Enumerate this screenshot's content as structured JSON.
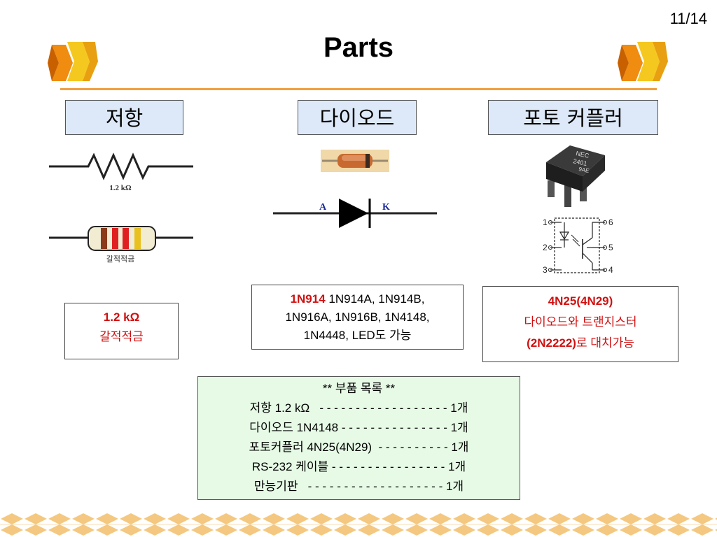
{
  "page_number": "11/14",
  "title": "Parts",
  "labels": {
    "resistor": "저항",
    "diode": "다이오드",
    "photocoupler": "포토 커플러"
  },
  "resistor_diagram": {
    "value_label": "1.2 kΩ",
    "color_label": "갈적적금"
  },
  "resistor_box": {
    "value": "1.2 kΩ",
    "colors": "갈적적금"
  },
  "diode_diagram": {
    "anode": "A",
    "cathode": "K"
  },
  "diode_box": {
    "highlight": "1N914",
    "line1_rest": " 1N914A, 1N914B,",
    "line2": "1N916A, 1N916B, 1N4148,",
    "line3": "1N4448, LED도 가능"
  },
  "photocoupler_chip": {
    "line1": "NEC",
    "line2": "2401",
    "line3": "9AE"
  },
  "photocoupler_pins": [
    "1",
    "2",
    "3",
    "4",
    "5",
    "6"
  ],
  "photocoupler_box": {
    "model": "4N25(4N29)",
    "desc1": "다이오드와 트랜지스터",
    "desc2_bold": "(2N2222)",
    "desc2_rest": "로 대치가능"
  },
  "bom": {
    "title": "** 부품 목록 **",
    "lines": [
      "저항 1.2 kΩ   - - - - - - - - - - - - - - - - - - 1개",
      "다이오드 1N4148 - - - - - - - - - - - - - - - 1개",
      "포토커플러 4N25(4N29)  - - - - - - - - - - 1개",
      "RS-232 케이블 - - - - - - - - - - - - - - - - 1개",
      "만능기판   - - - - - - - - - - - - - - - - - - - 1개"
    ]
  },
  "colors": {
    "accent_orange": "#f0a040",
    "label_bg": "#dde9f8",
    "bom_bg": "#e6fae6",
    "red_text": "#d01010"
  }
}
